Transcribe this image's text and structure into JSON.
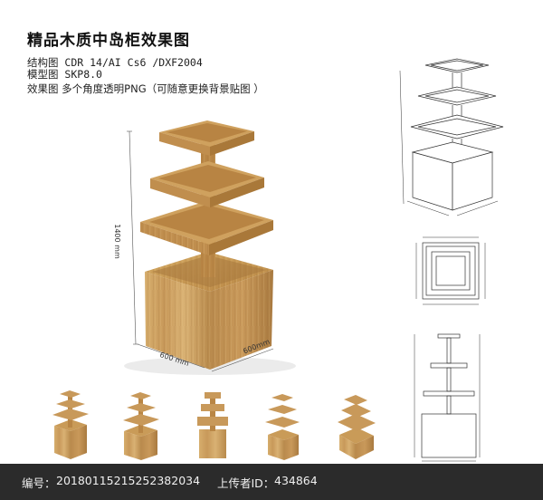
{
  "header": {
    "title": "精品木质中岛柜效果图",
    "line1": "结构图 CDR 14/AI Cs6 /DXF2004",
    "line2": "模型图 SKP8.0",
    "line3": "效果图 多个角度透明PNG（可随意更换背景贴图 ）"
  },
  "dimensions": {
    "height": "1400 mm",
    "width": "600 mm",
    "depth": "600mm"
  },
  "footer": {
    "id_label": "编号：",
    "id_value": "20180115215252382034",
    "uploader_label": "上传者ID：",
    "uploader_value": "434864"
  },
  "colors": {
    "wood_light": "#d8b37a",
    "wood_mid": "#c49452",
    "wood_dark": "#9c6d34",
    "footer_bg": "#2b2b2b"
  }
}
